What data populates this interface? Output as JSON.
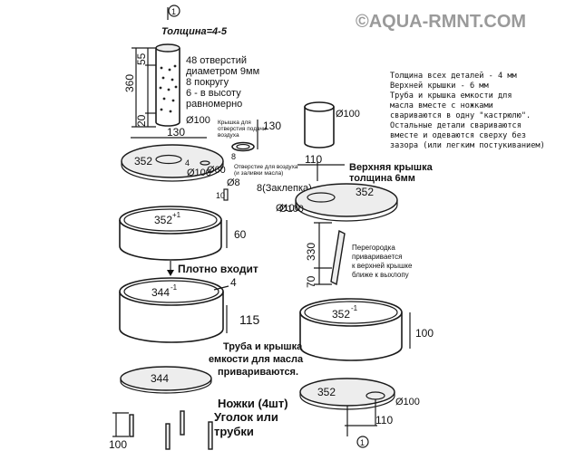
{
  "watermark": "©AQUA-RMNT.COM",
  "marker": "1",
  "pipe": {
    "thickness": "Толщина=4-5",
    "holes": [
      "48 отверстий",
      "диаметром 9мм",
      "8 покругу",
      "6 - в высоту",
      "равномерно"
    ],
    "height": "360",
    "top_gap": "55",
    "bottom_gap": "20",
    "diameter": "Ø100"
  },
  "lid": {
    "width": "130",
    "diameter": "352",
    "hole_dia": "Ø100",
    "small_dia": "Ø60",
    "small_offset": "4"
  },
  "air_hole": {
    "note1": "Крышка для",
    "note2": "отверстия подачи",
    "note3": "воздуха",
    "height": "130",
    "small": "8",
    "note4": "Отверстие для воздуха",
    "note5": "(и заливки масла)",
    "plug_dia": "Ø8",
    "plug": "8(Заклепка)",
    "plug_len": "10",
    "plug_pipe": "Ø100"
  },
  "ring": {
    "diameter": "352",
    "sup": "+1",
    "height": "60"
  },
  "fit_note": "Плотно входит",
  "cup": {
    "diameter": "344",
    "sup": "-1",
    "wall": "4",
    "height": "115"
  },
  "weld_note": [
    "Труба и крышка",
    "емкости для масла",
    "привариваются."
  ],
  "bottom": {
    "diameter": "344"
  },
  "legs": {
    "note": [
      "Ножки (4шт)",
      "Уголок или",
      "трубки"
    ],
    "height": "100"
  },
  "right_pipe": {
    "diameter": "Ø100"
  },
  "general_notes": [
    "Толщина всех деталей - 4 мм",
    "Верхней крышки - 6 мм",
    "Труба и крышка емкости для",
    "масла вместе с ножками",
    "свариваются в одну \"кастрюлю\".",
    "Остальные детали свариваются",
    "вместе и одеваются сверху без",
    "зазора (или легким постукиванием)"
  ],
  "top_lid": {
    "offset": "110",
    "title1": "Верхняя крышка",
    "title2": "толщина 6мм",
    "diameter": "352",
    "hole": "Ø100"
  },
  "partition": {
    "height": "330",
    "bottom": "70",
    "note": [
      "Перегородка",
      "приваривается",
      "к верхней крышке",
      "ближе к выхлопу"
    ]
  },
  "right_ring": {
    "diameter": "352",
    "sup": "-1",
    "height": "100"
  },
  "right_bottom": {
    "diameter": "352",
    "hole": "Ø100",
    "offset": "110"
  }
}
